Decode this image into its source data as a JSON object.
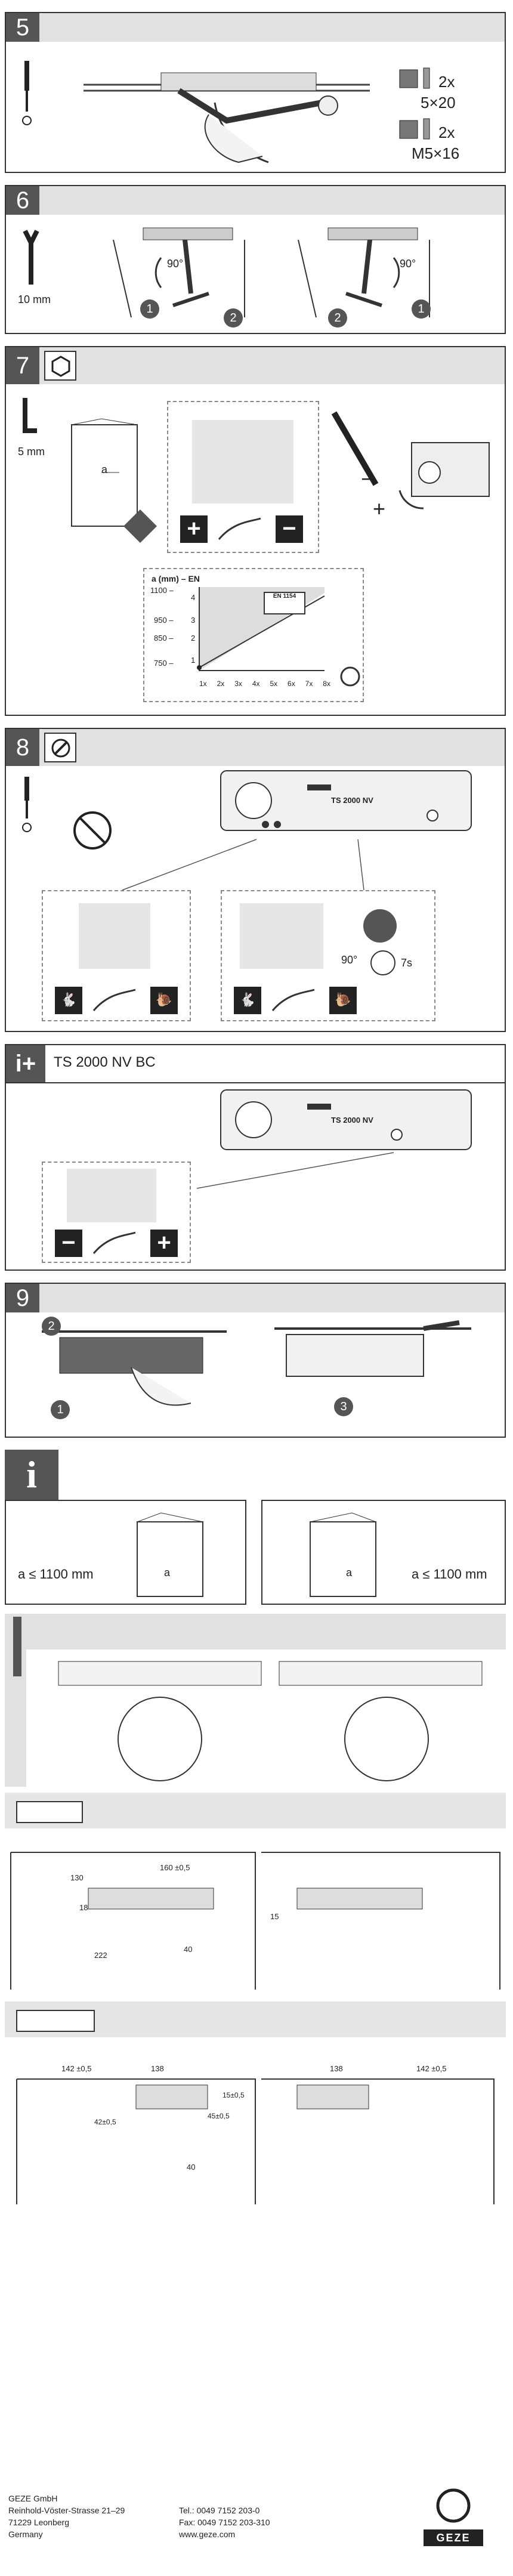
{
  "panels": {
    "p5": {
      "number": "5",
      "screw_small_qty": "2x",
      "screw_small_size": "5×20",
      "screw_large_qty": "2x",
      "screw_large_size": "M5×16"
    },
    "p6": {
      "number": "6",
      "wrench_size": "10 mm",
      "angle_a": "90°",
      "angle_b": "90°",
      "step1": "1",
      "step2": "2",
      "step3": "2",
      "step4": "1"
    },
    "p7": {
      "number": "7",
      "hex_size": "5 mm",
      "chart_title": "a (mm) – EN",
      "y_ticks": [
        "1100 –",
        "950 –",
        "850 –",
        "750 –"
      ],
      "en_ticks": [
        "4",
        "3",
        "2",
        "1"
      ],
      "x_ticks": [
        "1x",
        "2x",
        "3x",
        "4x",
        "5x",
        "6x",
        "7x",
        "8x"
      ],
      "en_badge": "EN 1154",
      "plus": "+",
      "minus": "−",
      "a_label": "a"
    },
    "p8": {
      "number": "8",
      "product": "TS 2000 NV",
      "angle": "90°",
      "time": "7s"
    },
    "p8b": {
      "product_title": "TS 2000 NV BC",
      "product": "TS 2000 NV",
      "plus": "+",
      "minus": "−"
    },
    "p9": {
      "number": "9",
      "step1": "1",
      "step2": "2",
      "step3": "3"
    },
    "pinfo": {
      "info_symbol": "i",
      "left_label": "a ≤ 1100 mm",
      "right_label": "a ≤ 1100 mm",
      "a_left": "a",
      "a_right": "a"
    },
    "dims1": {
      "d130": "130",
      "d160": "160 ±0,5",
      "d222": "222",
      "d40": "40",
      "d18": "18",
      "d15": "15"
    },
    "dims2": {
      "d142": "142 ±0,5",
      "d138": "138",
      "d40": "40",
      "d42": "42±0,5",
      "d15": "15±0,5",
      "d45": "45±0,5"
    }
  },
  "footer": {
    "company": "GEZE GmbH",
    "street": "Reinhold-Vöster-Strasse 21–29",
    "city": "71229 Leonberg",
    "country": "Germany",
    "tel": "Tel.: 0049 7152 203-0",
    "fax": "Fax: 0049 7152 203-310",
    "web": "www.geze.com",
    "brand": "GEZE"
  }
}
